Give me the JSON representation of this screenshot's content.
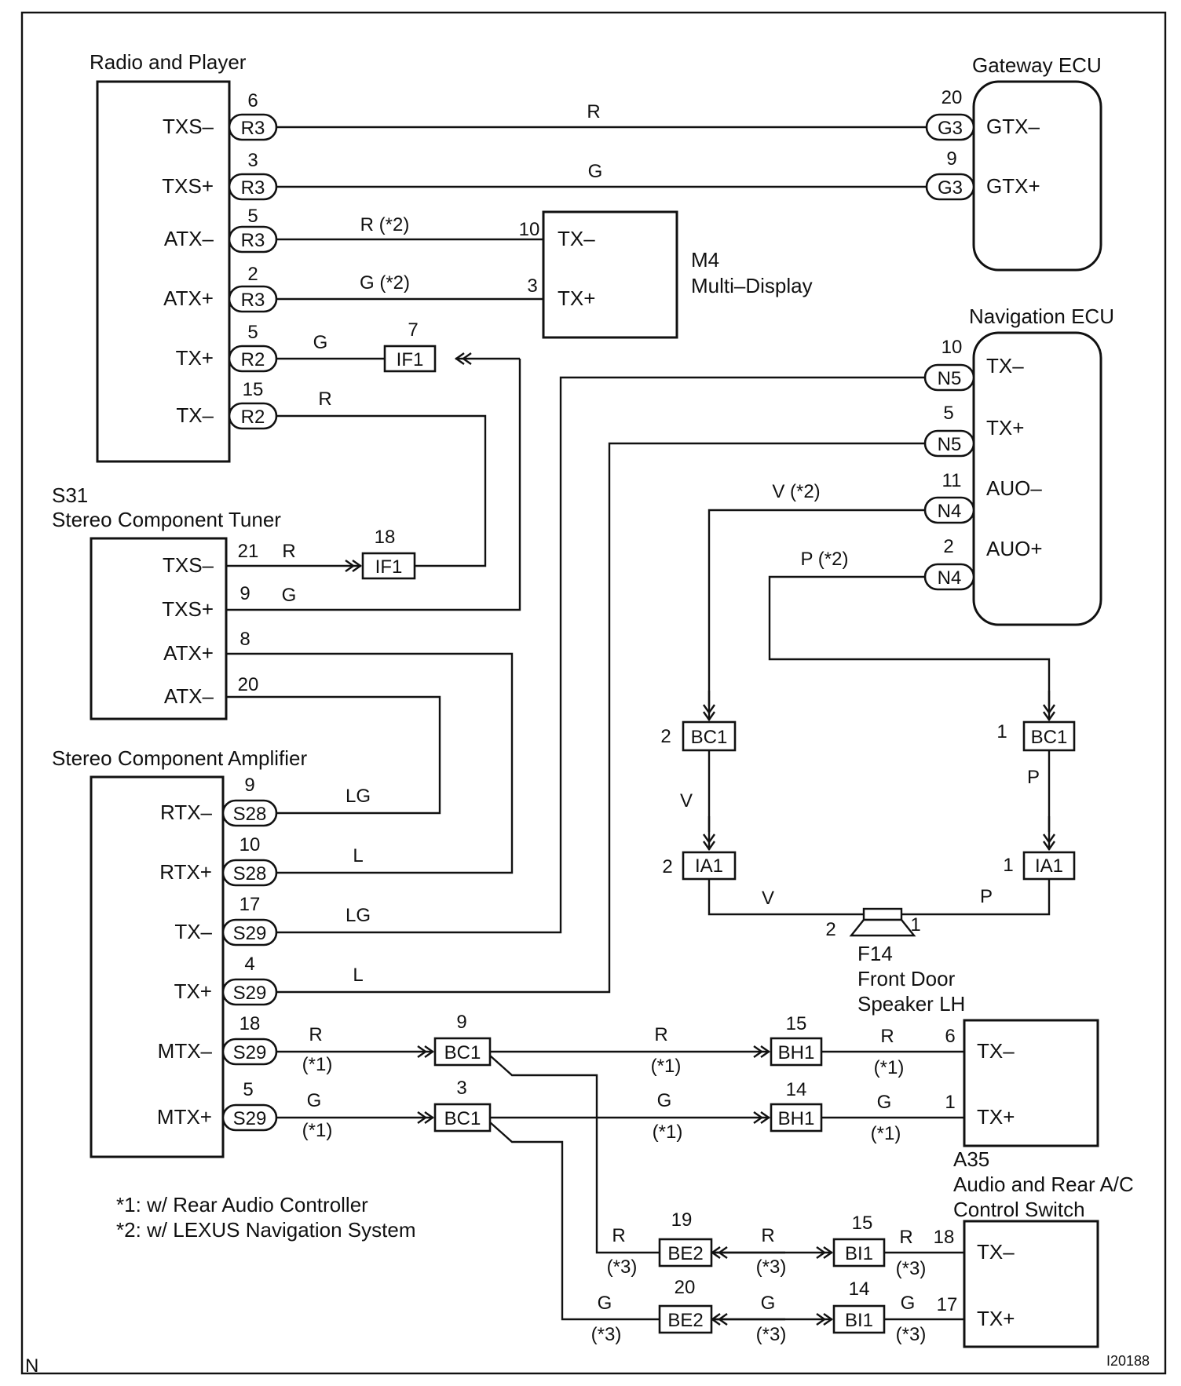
{
  "figure_id": "I20188",
  "corner_mark": "N",
  "notes": [
    "*1: w/ Rear Audio Controller",
    "*2: w/ LEXUS Navigation System"
  ],
  "components": {
    "radio": {
      "title": "Radio and Player",
      "pins": [
        "TXS–",
        "TXS+",
        "ATX–",
        "ATX+",
        "TX+",
        "TX–"
      ]
    },
    "gateway": {
      "title": "Gateway ECU",
      "pins": [
        "GTX–",
        "GTX+"
      ]
    },
    "m4": {
      "code": "M4",
      "title": "Multi–Display",
      "pins": [
        "TX–",
        "TX+"
      ]
    },
    "nav": {
      "title": "Navigation ECU",
      "pins": [
        "TX–",
        "TX+",
        "AUO–",
        "AUO+"
      ]
    },
    "tuner": {
      "code": "S31",
      "title": "Stereo Component Tuner",
      "pins": [
        "TXS–",
        "TXS+",
        "ATX+",
        "ATX–"
      ]
    },
    "amp": {
      "title": "Stereo Component Amplifier",
      "pins": [
        "RTX–",
        "RTX+",
        "TX–",
        "TX+",
        "MTX–",
        "MTX+"
      ]
    },
    "speaker": {
      "code": "F14",
      "line1": "Front Door",
      "line2": "Speaker LH"
    },
    "a35": {
      "code": "A35",
      "line1": "Audio and Rear A/C",
      "line2": "Control Switch",
      "pins": [
        "TX–",
        "TX+"
      ]
    },
    "lower_sw": {
      "pins": [
        "TX–",
        "TX+"
      ]
    }
  },
  "connectors": {
    "R3": "R3",
    "R2": "R2",
    "G3": "G3",
    "N5": "N5",
    "N4": "N4",
    "IF1": "IF1",
    "S28": "S28",
    "S29": "S29",
    "BC1": "BC1",
    "IA1": "IA1",
    "BH1": "BH1",
    "BE2": "BE2",
    "BI1": "BI1"
  },
  "pin_numbers": {
    "radio": [
      "6",
      "3",
      "5",
      "2",
      "5",
      "15"
    ],
    "gateway": [
      "20",
      "9"
    ],
    "m4": [
      "10",
      "3"
    ],
    "if1_top": "7",
    "if1_bottom": "18",
    "nav": [
      "10",
      "5",
      "11",
      "2"
    ],
    "tuner": [
      "21",
      "9",
      "8",
      "20"
    ],
    "amp": [
      "9",
      "10",
      "17",
      "4",
      "18",
      "5"
    ],
    "bc1_v": "2",
    "bc1_p": "1",
    "ia1_v": "2",
    "ia1_p": "1",
    "spk_v": "2",
    "spk_p": "1",
    "bc1_mid": [
      "9",
      "3"
    ],
    "bh1": [
      "15",
      "14"
    ],
    "a35": [
      "6",
      "1"
    ],
    "be2": [
      "19",
      "20"
    ],
    "bi1": [
      "15",
      "14"
    ],
    "lower_sw": [
      "18",
      "17"
    ]
  },
  "wire_colors": {
    "R": "R",
    "G": "G",
    "R2": "R (*2)",
    "G2": "G (*2)",
    "V2": "V (*2)",
    "P2": "P (*2)",
    "V": "V",
    "P": "P",
    "LG": "LG",
    "L": "L",
    "n1": "(*1)",
    "n3": "(*3)"
  }
}
